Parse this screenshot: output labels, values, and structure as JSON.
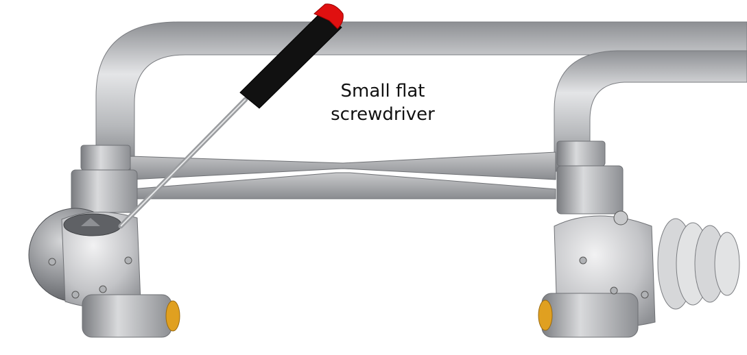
{
  "label": {
    "line1": "Small flat",
    "line2": "screwdriver"
  },
  "colors": {
    "background": "#ffffff",
    "metal_light": "#d8d9db",
    "metal_mid": "#a9abae",
    "metal_dark": "#6e7074",
    "handle": "#111111",
    "handle_tip": "#e01010",
    "brass": "#e0a020",
    "text": "#111111"
  },
  "icons": [
    "screwdriver",
    "ball-joint",
    "bellows",
    "screw-head"
  ]
}
